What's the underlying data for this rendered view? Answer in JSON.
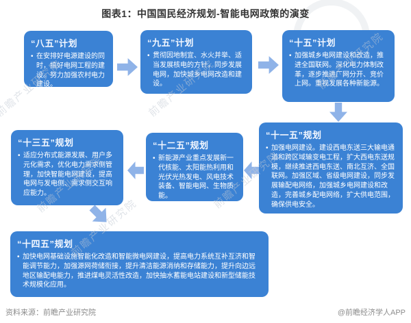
{
  "title": "图表1：中国国民经济规划-智能电网政策的演变",
  "bullet_glyph": "•",
  "watermark": {
    "text": "前瞻产业研究院"
  },
  "nodes": [
    {
      "title": "“八五”计划",
      "body": "在安排好电源建设的同时，搞好电网工程的建设。努力加强农村电力建设。"
    },
    {
      "title": "“九五”计划",
      "body": "贯彻因地制宜、水火并举、适当发展核电的方针，同步发展电网，加快城乡电网改造和建设。"
    },
    {
      "title": "“十五”计划",
      "body": "加强城乡电网建设和改造，推进全国联网。深化电力体制改革，逐步推进厂网分开、竞价上网。重视发展各种新能源。"
    },
    {
      "title": "“十一五”规划",
      "body": "加强电网建设。建设西电东送三大输电通道和跨区域输变电工程，扩大西电东送规模，继续推进西电东送、南北互济、全国联网。加强区域、省级电网建设，同步发展输配电网络，加强城乡电网建设和改造，完善城乡配电网络，扩大供电范围，确保供电安全。"
    },
    {
      "title": "“十二五”规划",
      "body": "新能源产业重点发展新一代核能、太阳能热利用和光伏光热发电、风电技术装备、智能电网、生物质能。"
    },
    {
      "title": "“十三五”规划",
      "body": "适应分布式能源发展、用户多元化需求，优化电力需求侧管理，加快智能电网建设，提高电网与发电侧、需求侧交互响应能力。"
    },
    {
      "title": "“十四五”规划",
      "body": "加快电网基础设施智能化改造和智能微电网建设，提高电力系统互补互济和智能调节能力，加强源网荷储衔接，提升清洁能源消纳和存储能力，提升向边远地区输配电能力，推进煤电灵活性改造，加快抽水蓄能电站建设和新型储能技术规模化应用。"
    }
  ],
  "footer": {
    "source": "资料来源：前瞻产业研究院",
    "credit": "@前瞻经济学人APP"
  },
  "colors": {
    "box_fill": "#3B82D4",
    "arrow_fill": "#8FB3E8",
    "title_text": "#333333",
    "node_text": "#FFFFFF",
    "footer_text": "#8C8C8C",
    "watermark_text": "#C3CAD4"
  }
}
